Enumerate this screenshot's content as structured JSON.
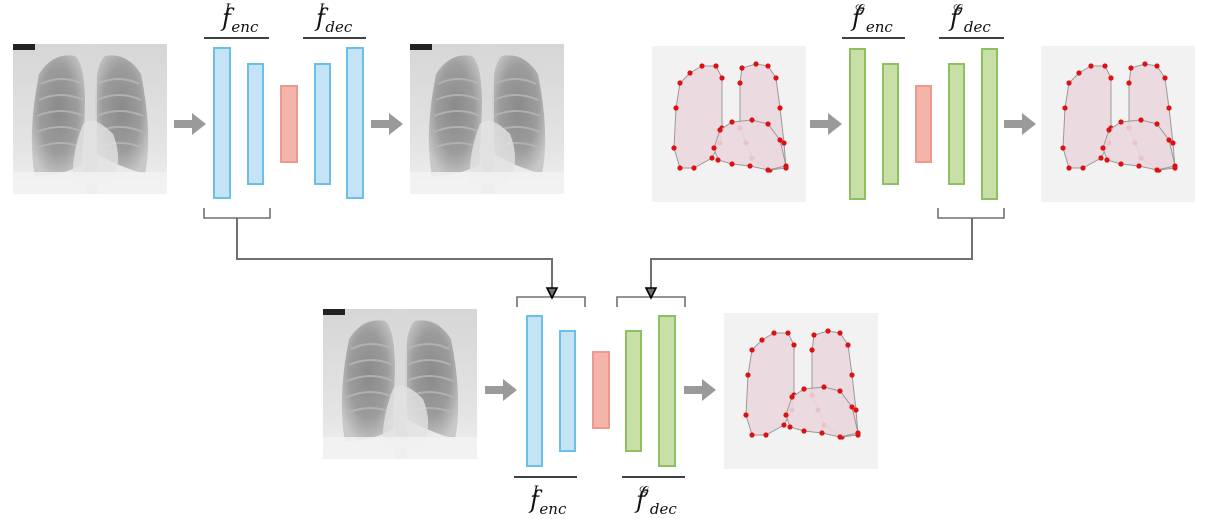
{
  "labels": {
    "img_enc_top": {
      "f": "f",
      "sup": "I",
      "sub": "enc"
    },
    "img_dec_top": {
      "f": "f",
      "sup": "I",
      "sub": "dec"
    },
    "graph_enc_top": {
      "f": "f",
      "sup": "𝒢",
      "sub": "enc"
    },
    "graph_dec_top": {
      "f": "f",
      "sup": "𝒢",
      "sub": "dec"
    },
    "img_enc_bottom": {
      "f": "f",
      "sup": "I",
      "sub": "enc"
    },
    "graph_dec_bottom": {
      "f": "f",
      "sup": "𝒢",
      "sub": "dec"
    }
  },
  "colors": {
    "image_block_fill": "#c4e4f6",
    "image_block_stroke": "#6cc0e6",
    "graph_block_fill": "#c8e0a8",
    "graph_block_stroke": "#8cc060",
    "latent_fill": "#f4b4aa",
    "latent_stroke": "#ec9a90",
    "arrow": "#9a9a9a",
    "connector": "#707070",
    "landmark": "#dd1111",
    "contour_fill": "#ead8de"
  }
}
